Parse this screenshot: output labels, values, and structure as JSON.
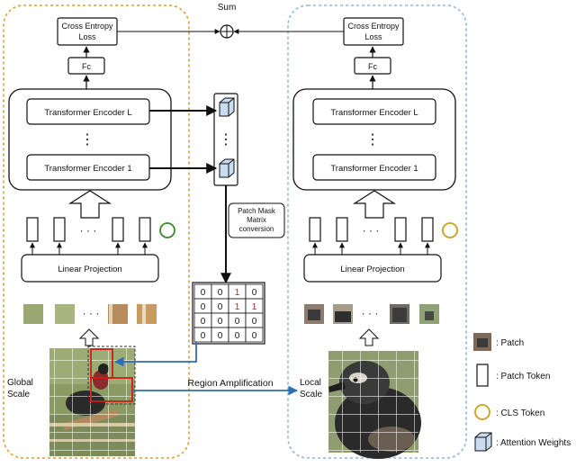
{
  "sum_label": "Sum",
  "loss_label_line1": "Cross Entropy",
  "loss_label_line2": "Loss",
  "fc_label": "Fc",
  "encoder_top": "Transformer Encoder L",
  "encoder_bottom": "Transformer Encoder 1",
  "linear_projection": "Linear Projection",
  "dots_vertical": "⋮",
  "dots_horizontal": "· · ·",
  "patch_mask_line1": "Patch Mask",
  "patch_mask_line2": "Matrix",
  "patch_mask_line3": "conversion",
  "mask_matrix": [
    [
      "0",
      "0",
      "1",
      "0"
    ],
    [
      "0",
      "0",
      "1",
      "1"
    ],
    [
      "0",
      "0",
      "0",
      "0"
    ],
    [
      "0",
      "0",
      "0",
      "0"
    ]
  ],
  "region_amplification": "Region Amplification",
  "global_scale_line1": "Global",
  "global_scale_line2": "Scale",
  "local_scale_line1": "Local",
  "local_scale_line2": "Scale",
  "legend": {
    "patch": ": Patch",
    "patch_token": ": Patch Token",
    "cls_token": ": CLS Token",
    "attention_weights": ": Attention Weights"
  },
  "colors": {
    "global_border": "#d9a036",
    "local_border": "#8fb6dc",
    "region_arrow": "#2d6fb3",
    "mask_red": "#d11a1a",
    "cls_global": "#3a8a2c",
    "cls_local": "#c9a21c",
    "attention_fill": "#c9dcf0"
  }
}
